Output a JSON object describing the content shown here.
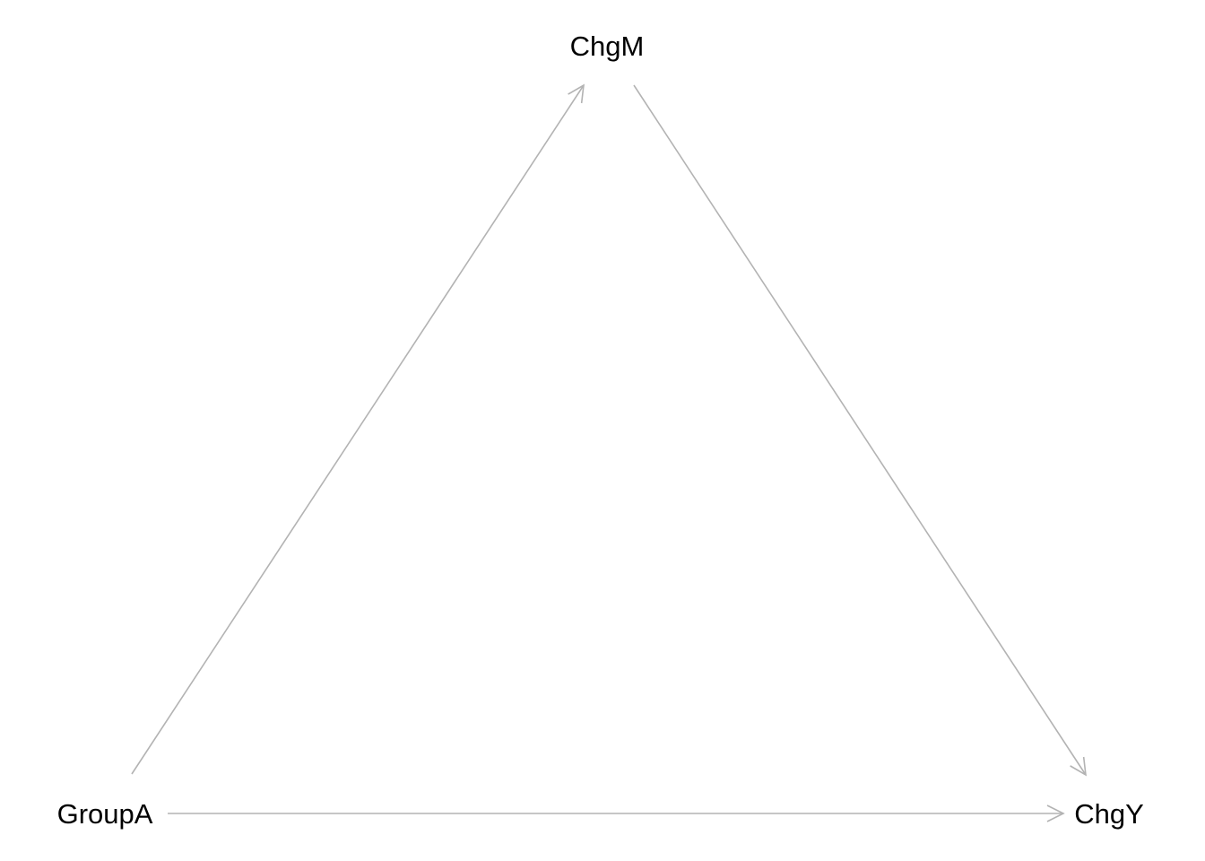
{
  "diagram": {
    "type": "path-diagram",
    "edge_color": "#b3b3b3",
    "label_color": "#000000",
    "nodes": {
      "groupa": {
        "label": "GroupA"
      },
      "chgm": {
        "label": "ChgM"
      },
      "chgy": {
        "label": "ChgY"
      }
    },
    "edges": [
      {
        "from": "GroupA",
        "to": "ChgM"
      },
      {
        "from": "ChgM",
        "to": "ChgY"
      },
      {
        "from": "GroupA",
        "to": "ChgY"
      }
    ]
  }
}
